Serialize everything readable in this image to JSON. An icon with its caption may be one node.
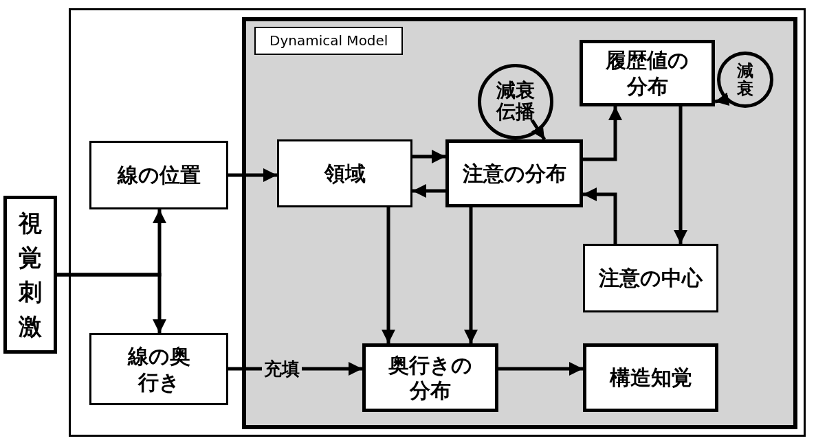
{
  "diagram": {
    "nodes": [
      {
        "text": [],
        "shape": "box"
      },
      {
        "text": [
          "Dynamical Model"
        ],
        "in": 0
      },
      {
        "text": [
          "視覚刺激"
        ]
      },
      {
        "text": [
          "線の位置"
        ],
        "in": 0
      },
      {
        "text": [
          "線の奥行き"
        ],
        "in": 0
      },
      {
        "text": [
          "領域"
        ],
        "in": 1
      },
      {
        "text": [
          "注意の分布"
        ],
        "in": 1
      },
      {
        "text": [
          "履歴値の分布"
        ],
        "in": 1
      },
      {
        "text": [
          "注意の中心"
        ],
        "in": 1
      },
      {
        "text": [
          "奥行きの分布"
        ],
        "in": 1
      },
      {
        "text": [
          "構造知覚"
        ],
        "in": 1
      },
      {
        "text": [
          "減衰伝播"
        ],
        "in": 1
      },
      {
        "text": [
          "減衰"
        ],
        "in": 1
      }
    ],
    "edges": [
      {
        "from": 2,
        "to": 3,
        "arrow": "to"
      },
      {
        "from": 2,
        "to": 4,
        "arrow": "to"
      },
      {
        "from": 3,
        "to": 5,
        "arrow": "to"
      },
      {
        "from": 5,
        "to": 6,
        "arrow": "to"
      },
      {
        "from": 6,
        "to": 5,
        "arrow": "to"
      },
      {
        "from": 6,
        "to": 7,
        "arrow": "to"
      },
      {
        "from": 7,
        "to": 8,
        "arrow": "to"
      },
      {
        "from": 8,
        "to": 6,
        "arrow": "to"
      },
      {
        "from": 5,
        "to": 9,
        "arrow": "to"
      },
      {
        "from": 6,
        "to": 9,
        "arrow": "to"
      },
      {
        "from": 4,
        "to": 9,
        "arrow": "to",
        "label": "充填"
      },
      {
        "from": 9,
        "to": 10,
        "arrow": "to"
      },
      {
        "from": 11,
        "to": 6,
        "arrow": "to"
      },
      {
        "from": 12,
        "to": 7,
        "arrow": "to"
      }
    ]
  }
}
